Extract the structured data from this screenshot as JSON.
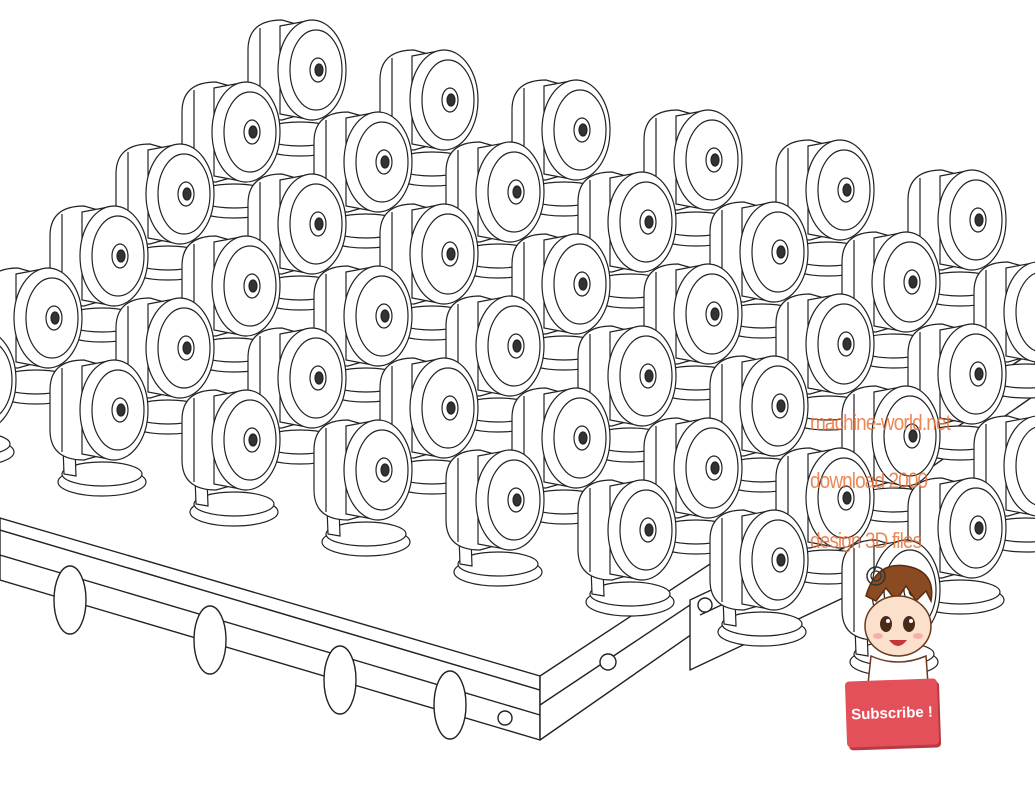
{
  "drawing": {
    "rows": 6,
    "columns": 8,
    "line_color": "#222222",
    "fill_color": "#ffffff"
  },
  "watermark": {
    "line1": "machine-world.net",
    "line2": "download 2000",
    "line3": "design 3D files",
    "color": "#e8743a"
  },
  "badge": {
    "label": "Subscribe !",
    "color": "#e4505a"
  }
}
